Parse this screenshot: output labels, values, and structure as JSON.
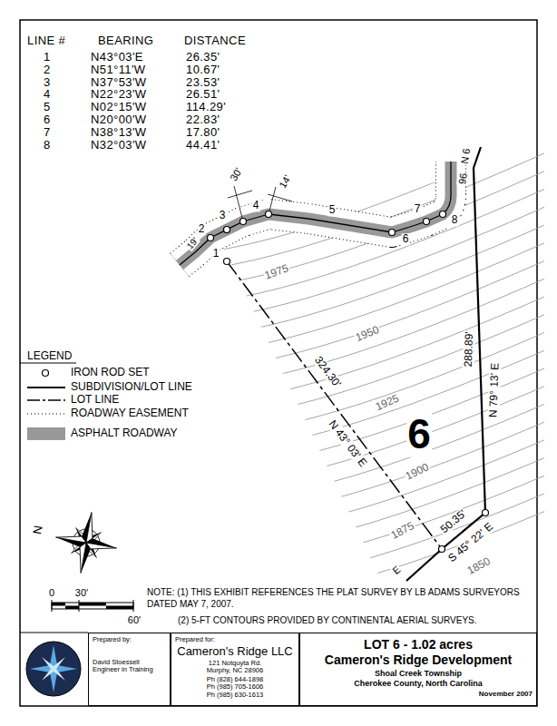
{
  "diagram": {
    "nodes": [
      {
        "text": [
          "Prepared by:",
          "David Stoessell Engineer in Training"
        ]
      },
      {
        "text": [
          "Prepared for:",
          "Cameron's Ridge LLC",
          "121 Notquyta Rd.",
          "Murphy, NC 28906",
          "Ph (828) 644-1898",
          "Ph (985) 705-1606",
          "Ph (985) 630-1613"
        ]
      },
      {
        "text": [
          "LOT 6 - 1.02 acres",
          "Cameron's Ridge Development",
          "Shoal Creek Township",
          "Cherokee County, North Carolina",
          "November 2007"
        ]
      }
    ],
    "labels": [
      "LINE #",
      "BEARING",
      "DISTANCE",
      "1",
      "N43°03'E",
      "26.35'",
      "2",
      "N51°11'W",
      "10.67'",
      "3",
      "N37°53'W",
      "23.53'",
      "4",
      "N22°23'W",
      "26.51'",
      "5",
      "N02°15'W",
      "114.29'",
      "6",
      "N20°00'W",
      "22.83'",
      "7",
      "N38°13'W",
      "17.80'",
      "8",
      "N32°03'W",
      "44.41'",
      "1",
      "2",
      "3",
      "4",
      "5",
      "6",
      "7",
      "8",
      "19'",
      "30'",
      "14'",
      "96",
      "N 6",
      "1975",
      "1950",
      "1925",
      "1900",
      "1875",
      "1850",
      "324.30'",
      "N 43° 03' E",
      "288.89'",
      "N 79° 13' E",
      "50.35'",
      "S 45° 22' E",
      "E",
      "6",
      "LEGEND",
      "N",
      "0",
      "30'",
      "60'",
      "NOTE: (1) THIS EXHIBIT REFERENCES THE PLAT SURVEY BY LB ADAMS SURVEYORS DATED MAY 7, 2007.",
      "(2) 5-FT CONTOURS PROVIDED BY CONTINENTAL AERIAL SURVEYS."
    ],
    "legend": [
      {
        "text": "IRON ROD SET"
      },
      {
        "text": "SUBDIVISION/LOT LINE"
      },
      {
        "text": "LOT LINE"
      },
      {
        "text": "ROADWAY EASEMENT"
      },
      {
        "text": "ASPHALT ROADWAY",
        "color": "#999999"
      }
    ]
  }
}
